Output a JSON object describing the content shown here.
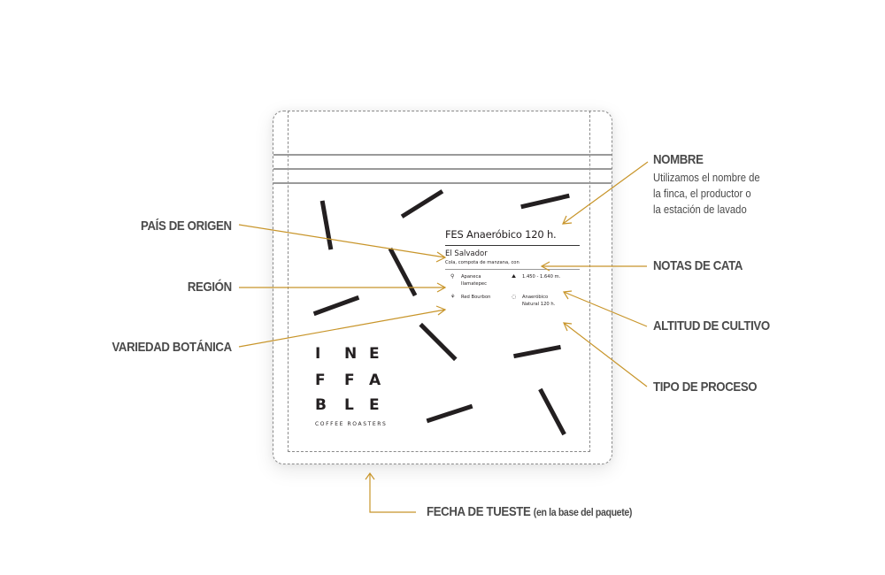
{
  "product": {
    "name": "FES Anaeróbico 120 h.",
    "country": "El Salvador",
    "tasting_notes": "Cola, compota de manzana, con",
    "region_line1": "Apaneca",
    "region_line2": "Ilamatepec",
    "altitude": "1.450 - 1.640  m.",
    "variety": "Red Bourbon",
    "process_line1": "Anaeróbico",
    "process_line2": "Natural 120 h."
  },
  "logo": {
    "row1": [
      "I",
      "N",
      "E"
    ],
    "row2": [
      "F",
      "F",
      "A"
    ],
    "row3": [
      "B",
      "L",
      "E"
    ],
    "subtitle": "COFFEE ROASTERS"
  },
  "callouts": {
    "nombre": {
      "title": "NOMBRE",
      "desc_line1": "Utilizamos el nombre de",
      "desc_line2": "la finca, el productor o",
      "desc_line3": "la estación de lavado"
    },
    "pais": "PAÍS DE ORIGEN",
    "region": "REGIÓN",
    "variedad": "VARIEDAD BOTÁNICA",
    "notas": "NOTAS DE CATA",
    "altitud": "ALTITUD DE CULTIVO",
    "proceso": "TIPO DE PROCESO",
    "fecha": "FECHA DE TUESTE",
    "fecha_note": "(en la base del paquete)"
  },
  "icons": {
    "region": "map-pin-icon",
    "altitude": "mountain-icon",
    "variety": "plant-icon",
    "process": "cycle-icon"
  },
  "colors": {
    "accent": "#c8952a",
    "text": "#4a4a4a",
    "ink": "#231f20"
  }
}
